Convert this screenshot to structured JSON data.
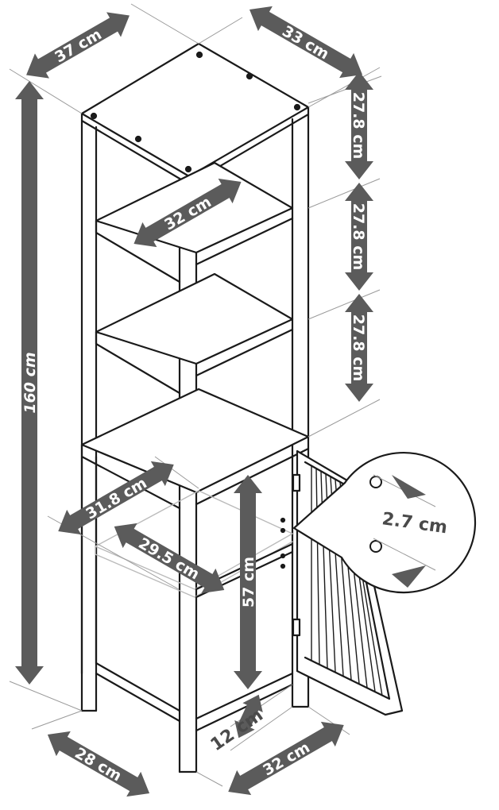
{
  "colors": {
    "line": "#1a1a1a",
    "arrow": "#5b5b5b",
    "guide": "#9a9a9a",
    "label_text": "#ffffff",
    "zoom_text": "#4a4a4a",
    "background": "#ffffff"
  },
  "dimensions": {
    "top_width": "37 cm",
    "top_depth": "33 cm",
    "height_total": "160 cm",
    "shelf_gap_1": "27.8 cm",
    "shelf_gap_2": "27.8 cm",
    "shelf_gap_3": "27.8 cm",
    "shelf_inner_width": "32 cm",
    "cabinet_inner_width": "31.8 cm",
    "inner_shelf_width": "29.5 cm",
    "cabinet_height": "57 cm",
    "hole_spacing": "2.7 cm",
    "foot_height": "12 cm",
    "base_depth": "28 cm",
    "base_width": "32 cm"
  }
}
